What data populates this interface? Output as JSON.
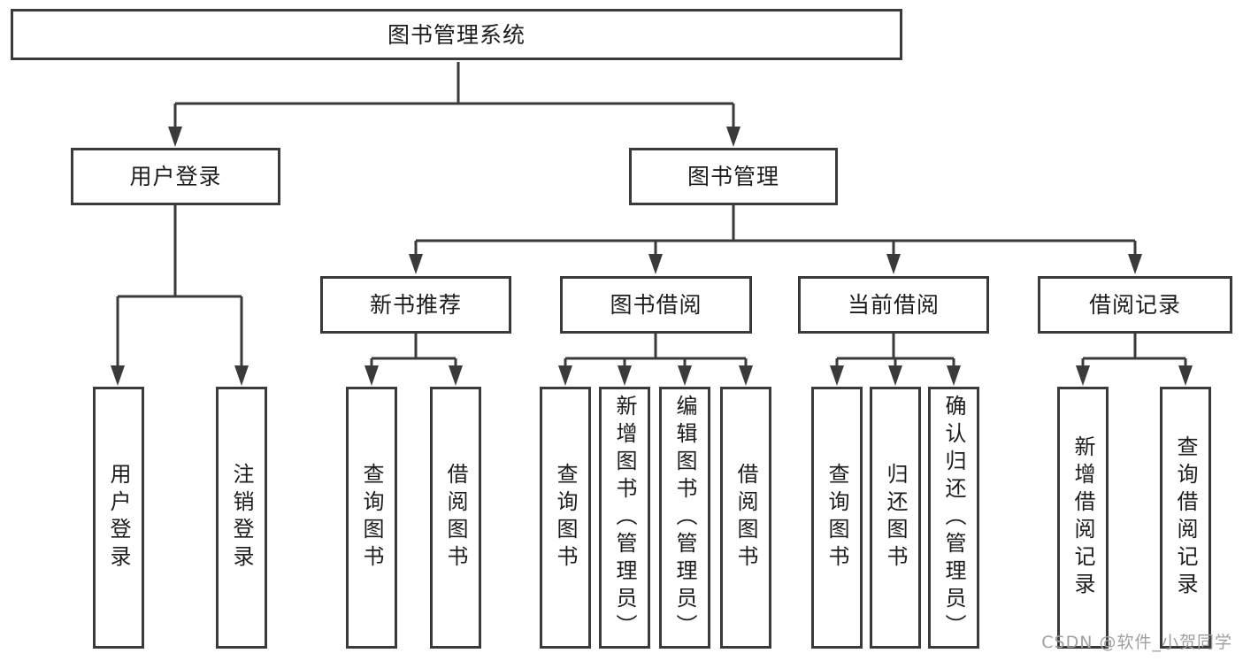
{
  "root": {
    "label": "图书管理系统",
    "children": [
      {
        "label": "用户登录",
        "children": [
          {
            "label": "用户登录"
          },
          {
            "label": "注销登录"
          }
        ]
      },
      {
        "label": "图书管理",
        "children": [
          {
            "label": "新书推荐",
            "children": [
              {
                "label": "查询图书"
              },
              {
                "label": "借阅图书"
              }
            ]
          },
          {
            "label": "图书借阅",
            "children": [
              {
                "label": "查询图书"
              },
              {
                "label": "新增图书（管理员）"
              },
              {
                "label": "编辑图书（管理员）"
              },
              {
                "label": "借阅图书"
              }
            ]
          },
          {
            "label": "当前借阅",
            "children": [
              {
                "label": "查询图书"
              },
              {
                "label": "归还图书"
              },
              {
                "label": "确认归还（管理员）"
              }
            ]
          },
          {
            "label": "借阅记录",
            "children": [
              {
                "label": "新增借阅记录"
              },
              {
                "label": "查询借阅记录"
              }
            ]
          }
        ]
      }
    ]
  },
  "watermark": "CSDN @软件_小贺同学",
  "colors": {
    "line": "#3a3a3a",
    "box_border": "#3a3a3a",
    "text": "#1c1c1c",
    "watermark": "#a0a0a0",
    "background": "#ffffff"
  }
}
